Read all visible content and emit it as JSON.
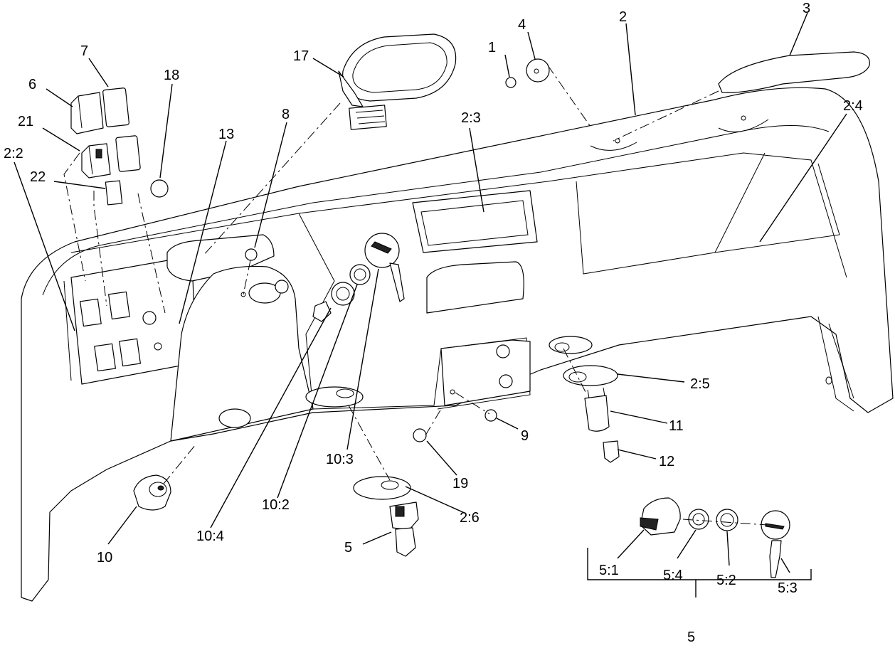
{
  "callouts": {
    "c1": "1",
    "c2": "2",
    "c3": "3",
    "c4": "4",
    "c5": "5",
    "c6": "6",
    "c7": "7",
    "c8": "8",
    "c9": "9",
    "c10": "10",
    "c11": "11",
    "c12": "12",
    "c13": "13",
    "c17": "17",
    "c18": "18",
    "c19": "19",
    "c21": "21",
    "c22": "22",
    "c2_2": "2:2",
    "c2_3": "2:3",
    "c2_4": "2:4",
    "c2_5": "2:5",
    "c2_6": "2:6",
    "c10_2": "10:2",
    "c10_3": "10:3",
    "c10_4": "10:4",
    "c5_1": "5:1",
    "c5_2": "5:2",
    "c5_3": "5:3",
    "c5_4": "5:4",
    "c5_group": "5"
  }
}
